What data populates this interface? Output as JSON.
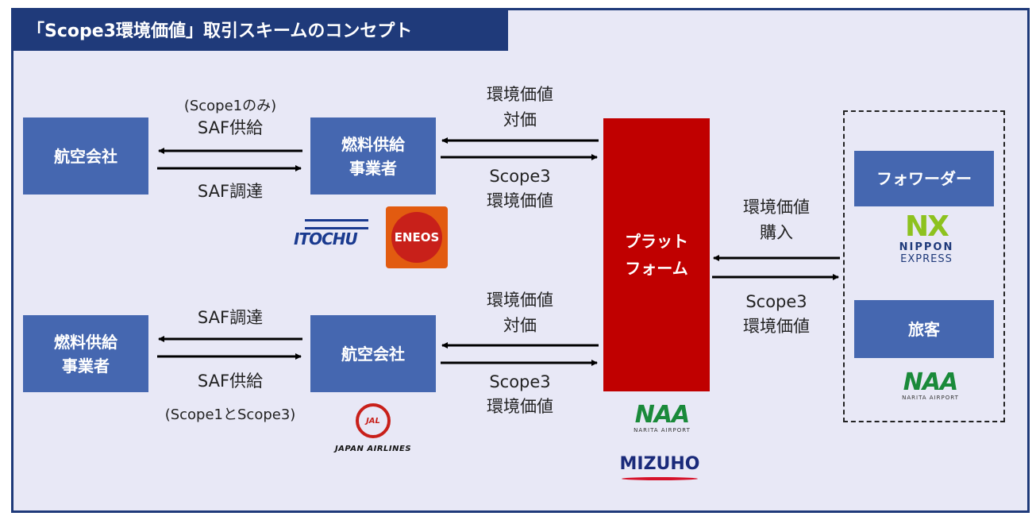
{
  "title": "「Scope3環境価値」取引スキームのコンセプト",
  "boxes": {
    "airline_top": "航空会社",
    "fuel_top_l1": "燃料供給",
    "fuel_top_l2": "事業者",
    "fuel_bottom_l1": "燃料供給",
    "fuel_bottom_l2": "事業者",
    "airline_bottom": "航空会社",
    "platform_l1": "プラット",
    "platform_l2": "フォーム",
    "forwarder": "フォワーダー",
    "passenger": "旅客"
  },
  "labels": {
    "top_left_note": "(Scope1のみ)",
    "top_left_supply": "SAF供給",
    "top_left_procure": "SAF調達",
    "top_mid_value_l1": "環境価値",
    "top_mid_value_l2": "対価",
    "top_mid_scope_l1": "Scope3",
    "top_mid_scope_l2": "環境価値",
    "right_purchase_l1": "環境価値",
    "right_purchase_l2": "購入",
    "right_scope_l1": "Scope3",
    "right_scope_l2": "環境価値",
    "bot_left_procure": "SAF調達",
    "bot_left_supply": "SAF供給",
    "bot_left_note": "(Scope1とScope3)",
    "bot_mid_value_l1": "環境価値",
    "bot_mid_value_l2": "対価",
    "bot_mid_scope_l1": "Scope3",
    "bot_mid_scope_l2": "環境価値"
  },
  "logos": {
    "itochu": "ITOCHU",
    "eneos": "ENEOS",
    "nx_mark": "NX",
    "nx_l1": "NIPPON",
    "nx_l2": "EXPRESS",
    "naa_mark": "NAA",
    "naa_sub": "NARITA AIRPORT",
    "jal_mark": "JAL",
    "jal_text": "JAPAN AIRLINES",
    "mizuho": "MIZUHO"
  },
  "colors": {
    "box": "#4567b0",
    "platform": "#c00000",
    "title_bg": "#1f3a7a",
    "background": "#e8e8f6"
  }
}
